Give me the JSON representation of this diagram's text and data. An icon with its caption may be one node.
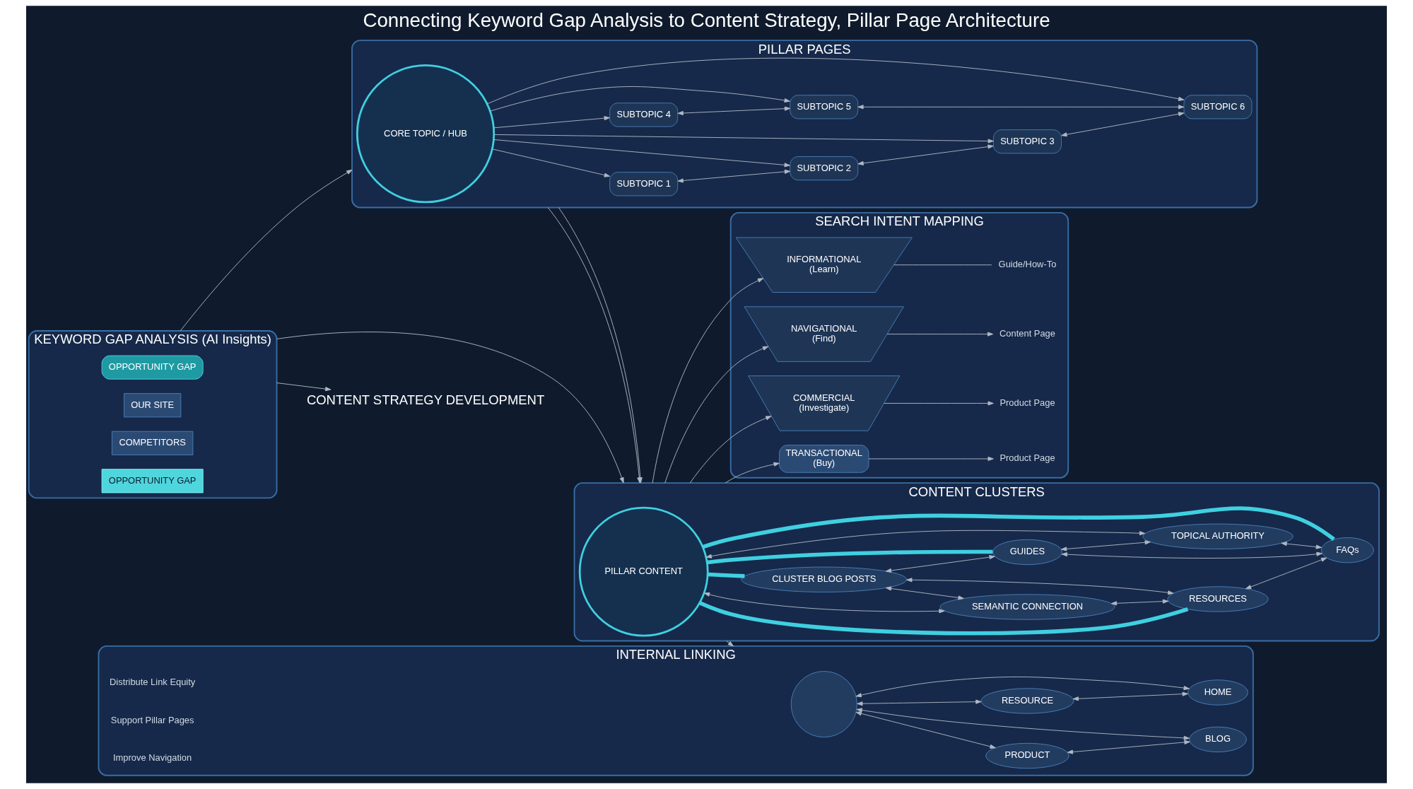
{
  "diagram": {
    "title": "Connecting Keyword Gap Analysis to Content Strategy, Pillar Page Architecture",
    "nodes": [
      {
        "text": [
          "KEYWORD GAP ANALYSIS (AI Insights)"
        ]
      },
      {
        "text": [
          "OPPORTUNITY GAP"
        ],
        "in": 0
      },
      {
        "text": [
          "OUR SITE"
        ],
        "in": 0
      },
      {
        "text": [
          "COMPETITORS"
        ],
        "in": 0
      },
      {
        "text": [
          "OPPORTUNITY GAP"
        ],
        "in": 0
      },
      {
        "text": [
          "CONTENT STRATEGY DEVELOPMENT"
        ]
      },
      {
        "text": [
          "PILLAR PAGES"
        ]
      },
      {
        "text": [
          "CORE TOPIC / HUB"
        ],
        "in": 6
      },
      {
        "text": [
          "SUBTOPIC 1"
        ],
        "in": 6
      },
      {
        "text": [
          "SUBTOPIC 2"
        ],
        "in": 6
      },
      {
        "text": [
          "SUBTOPIC 3"
        ],
        "in": 6
      },
      {
        "text": [
          "SUBTOPIC 4"
        ],
        "in": 6
      },
      {
        "text": [
          "SUBTOPIC 5"
        ],
        "in": 6
      },
      {
        "text": [
          "SUBTOPIC 6"
        ],
        "in": 6
      },
      {
        "text": [
          "CONTENT CLUSTERS"
        ]
      },
      {
        "text": [
          "PILLAR CONTENT"
        ],
        "in": 14
      },
      {
        "text": [
          "CLUSTER BLOG POSTS"
        ],
        "in": 14
      },
      {
        "text": [
          "GUIDES"
        ],
        "in": 14
      },
      {
        "text": [
          "SEMANTIC CONNECTION"
        ],
        "in": 14
      },
      {
        "text": [
          "TOPICAL AUTHORITY"
        ],
        "in": 14
      },
      {
        "text": [
          "RESOURCES"
        ],
        "in": 14
      },
      {
        "text": [
          "FAQs"
        ],
        "in": 14
      },
      {
        "text": [
          "INTERNAL LINKING"
        ]
      },
      {
        "text": [],
        "shape": "circle",
        "in": 22
      },
      {
        "text": [
          "PRODUCT"
        ],
        "in": 22
      },
      {
        "text": [
          "BLOG"
        ],
        "in": 22
      },
      {
        "text": [
          "RESOURCE"
        ],
        "in": 22
      },
      {
        "text": [
          "HOME"
        ],
        "in": 22
      },
      {
        "text": [
          "Distribute Link Equity"
        ],
        "in": 22
      },
      {
        "text": [
          "Support Pillar Pages"
        ],
        "in": 22
      },
      {
        "text": [
          "Improve Navigation"
        ],
        "in": 22
      },
      {
        "text": [
          "SEARCH INTENT MAPPING"
        ]
      },
      {
        "text": [
          "INFORMATIONAL",
          "(Learn)"
        ],
        "in": 31
      },
      {
        "text": [
          "NAVIGATIONAL",
          "(Find)"
        ],
        "in": 31
      },
      {
        "text": [
          "COMMERCIAL",
          "(Investigate)"
        ],
        "in": 31
      },
      {
        "text": [
          "TRANSACTIONAL",
          "(Buy)"
        ],
        "in": 31
      },
      {
        "text": [
          "Guide/How-To"
        ],
        "in": 31
      },
      {
        "text": [
          "Content Page"
        ],
        "in": 31
      },
      {
        "text": [
          "Product Page"
        ],
        "in": 31
      },
      {
        "text": [
          "Product Page"
        ],
        "in": 31
      }
    ],
    "edges": [
      {
        "from": 0,
        "to": 5,
        "arrow": "to"
      },
      {
        "from": 0,
        "to": 6,
        "arrow": "to"
      },
      {
        "from": 0,
        "to": 14,
        "arrow": "to"
      },
      {
        "from": 6,
        "to": 14,
        "arrow": "to"
      },
      {
        "from": 6,
        "to": 14,
        "arrow": "to"
      },
      {
        "from": 14,
        "to": 22,
        "arrow": "to"
      },
      {
        "from": 7,
        "to": 8,
        "arrow": "to"
      },
      {
        "from": 7,
        "to": 9,
        "arrow": "to"
      },
      {
        "from": 7,
        "to": 10,
        "arrow": "to"
      },
      {
        "from": 7,
        "to": 11,
        "arrow": "to"
      },
      {
        "from": 7,
        "to": 12,
        "arrow": "to"
      },
      {
        "from": 7,
        "to": 13,
        "arrow": "to"
      },
      {
        "from": 8,
        "to": 9,
        "arrow": "both"
      },
      {
        "from": 9,
        "to": 10,
        "arrow": "both"
      },
      {
        "from": 11,
        "to": 12,
        "arrow": "both"
      },
      {
        "from": 12,
        "to": 13,
        "arrow": "both"
      },
      {
        "from": 10,
        "to": 13,
        "arrow": "both"
      },
      {
        "from": 15,
        "to": 16,
        "arrow": "none",
        "style": "thick",
        "color": "#3fd0e0"
      },
      {
        "from": 15,
        "to": 17,
        "arrow": "none",
        "style": "thick",
        "color": "#3fd0e0"
      },
      {
        "from": 15,
        "to": 20,
        "arrow": "none",
        "style": "thick",
        "color": "#3fd0e0"
      },
      {
        "from": 15,
        "to": 21,
        "arrow": "none",
        "style": "thick",
        "color": "#3fd0e0"
      },
      {
        "from": 16,
        "to": 17,
        "arrow": "both"
      },
      {
        "from": 20,
        "to": 21,
        "arrow": "both"
      },
      {
        "from": 16,
        "to": 18,
        "arrow": "both"
      },
      {
        "from": 18,
        "to": 20,
        "arrow": "both"
      },
      {
        "from": 16,
        "to": 20,
        "arrow": "both"
      },
      {
        "from": 17,
        "to": 19,
        "arrow": "both"
      },
      {
        "from": 19,
        "to": 21,
        "arrow": "both"
      },
      {
        "from": 17,
        "to": 21,
        "arrow": "both"
      },
      {
        "from": 18,
        "to": 15,
        "arrow": "both"
      },
      {
        "from": 19,
        "to": 15,
        "arrow": "both"
      },
      {
        "from": 23,
        "to": 24,
        "arrow": "both"
      },
      {
        "from": 23,
        "to": 27,
        "arrow": "both"
      },
      {
        "from": 23,
        "to": 25,
        "arrow": "both"
      },
      {
        "from": 23,
        "to": 26,
        "arrow": "both"
      },
      {
        "from": 24,
        "to": 25,
        "arrow": "both"
      },
      {
        "from": 26,
        "to": 27,
        "arrow": "both"
      },
      {
        "from": 14,
        "to": 32,
        "arrow": "to"
      },
      {
        "from": 14,
        "to": 33,
        "arrow": "to"
      },
      {
        "from": 14,
        "to": 34,
        "arrow": "to"
      },
      {
        "from": 14,
        "to": 35,
        "arrow": "to"
      },
      {
        "from": 32,
        "to": 36,
        "arrow": "none"
      },
      {
        "from": 33,
        "to": 37,
        "arrow": "to"
      },
      {
        "from": 34,
        "to": 38,
        "arrow": "to"
      },
      {
        "from": 35,
        "to": 39,
        "arrow": "to"
      }
    ]
  }
}
